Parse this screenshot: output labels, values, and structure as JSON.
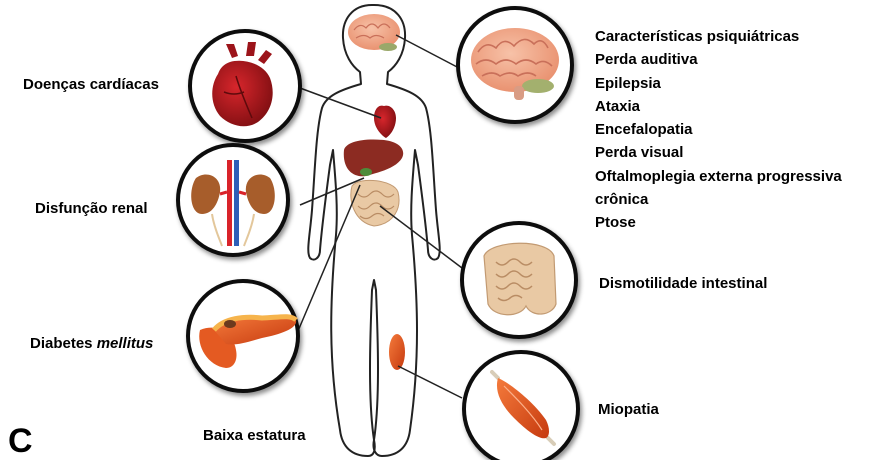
{
  "labels": {
    "cardiac": "Doenças cardíacas",
    "renal": "Disfunção renal",
    "diabetes_main": "Diabetes",
    "diabetes_italic": "mellitus",
    "short_stature": "Baixa estatura",
    "intestinal": "Dismotilidade intestinal",
    "myopathy": "Miopatia"
  },
  "brain_features": [
    "Características psiquiátricas",
    "Perda auditiva",
    "Epilepsia",
    "Ataxia",
    "Encefalopatia",
    "Perda visual",
    "Oftalmoplegia externa progressiva",
    "crônica",
    "Ptose"
  ],
  "panel_letter": "C",
  "colors": {
    "outline": "#222222",
    "brain": "#f2a98a",
    "heart": "#b3161b",
    "liver": "#8c2b22",
    "intestine": "#e9c9a4",
    "pancreas": "#f39a2a",
    "muscle": "#e8501c",
    "kidney": "#a75d2b",
    "artery": "#d9232a",
    "vein": "#2e5fb8"
  },
  "icons": [
    "brain-icon",
    "heart-icon",
    "kidney-icon",
    "pancreas-icon",
    "intestine-icon",
    "muscle-icon",
    "liver-icon",
    "human-silhouette"
  ]
}
